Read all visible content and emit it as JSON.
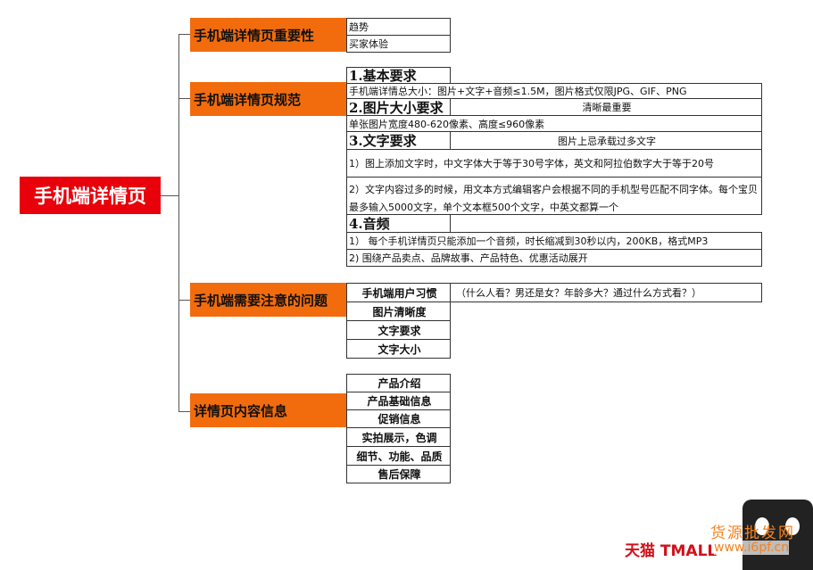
{
  "root": "手机端详情页",
  "branches": [
    {
      "label": "手机端详情页重要性",
      "items": [
        "趋势",
        "买家体验"
      ]
    },
    {
      "label": "手机端详情页规范",
      "basic_title": "1.基本要求",
      "basic_text": "手机端详情总大小：图片+文字+音频≤1.5M，图片格式仅限JPG、GIF、PNG",
      "size_title": "2.图片大小要求",
      "size_note": "清晰最重要",
      "size_text": "单张图片宽度480-620像素、高度≤960像素",
      "text_title": "3.文字要求",
      "text_note": "图片上忌承载过多文字",
      "text_1": "1）图上添加文字时，中文字体大于等于30号字体，英文和阿拉伯数字大于等于20号",
      "text_2": "2）文字内容过多的时候，用文本方式编辑客户会根据不同的手机型号匹配不同字体。每个宝贝最多输入5000文字，单个文本框500个文字，中英文都算一个",
      "audio_title": "4.音频",
      "audio_1": "1） 每个手机详情页只能添加一个音频，时长缩减到30秒以内，200KB，格式MP3",
      "audio_2": "2) 围绕产品卖点、品牌故事、产品特色、优惠活动展开"
    },
    {
      "label": "手机端需要注意的问题",
      "items": [
        "手机端用户习惯",
        "图片清晰度",
        "文字要求",
        "文字大小"
      ],
      "note": "（什么人看？男还是女？年龄多大？通过什么方式看？）"
    },
    {
      "label": "详情页内容信息",
      "items": [
        "产品介绍",
        "产品基础信息",
        "促销信息",
        "实拍展示，色调",
        "细节、功能、品质",
        "售后保障"
      ]
    }
  ],
  "watermark": {
    "brand": "天猫 TMALL",
    "site": "货源批发网",
    "url": "www.i6pf.cn"
  }
}
